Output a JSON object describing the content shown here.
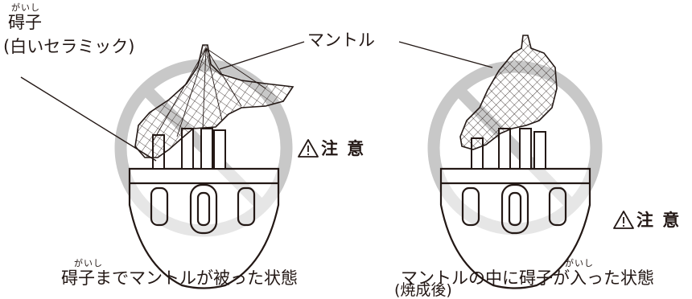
{
  "left_panel": {
    "part_ruby": "がいし",
    "part_label": "碍子",
    "part_note": "(白いセラミック)",
    "caption_ruby": "がいし",
    "caption": "碍子までマントルが被った状態",
    "caution_label": "注 意"
  },
  "center": {
    "mantle_label": "マントル"
  },
  "right_panel": {
    "caution_label": "注 意",
    "caption_ruby": "がいし",
    "caption_line1": "マントルの中に碍子が入った状態",
    "caption_line2": "(焼成後)"
  },
  "colors": {
    "prohibition": "#c8c8c8",
    "line": "#231815",
    "background": "#ffffff"
  },
  "icons": [
    "warning-triangle-icon",
    "prohibition-sign-icon"
  ]
}
